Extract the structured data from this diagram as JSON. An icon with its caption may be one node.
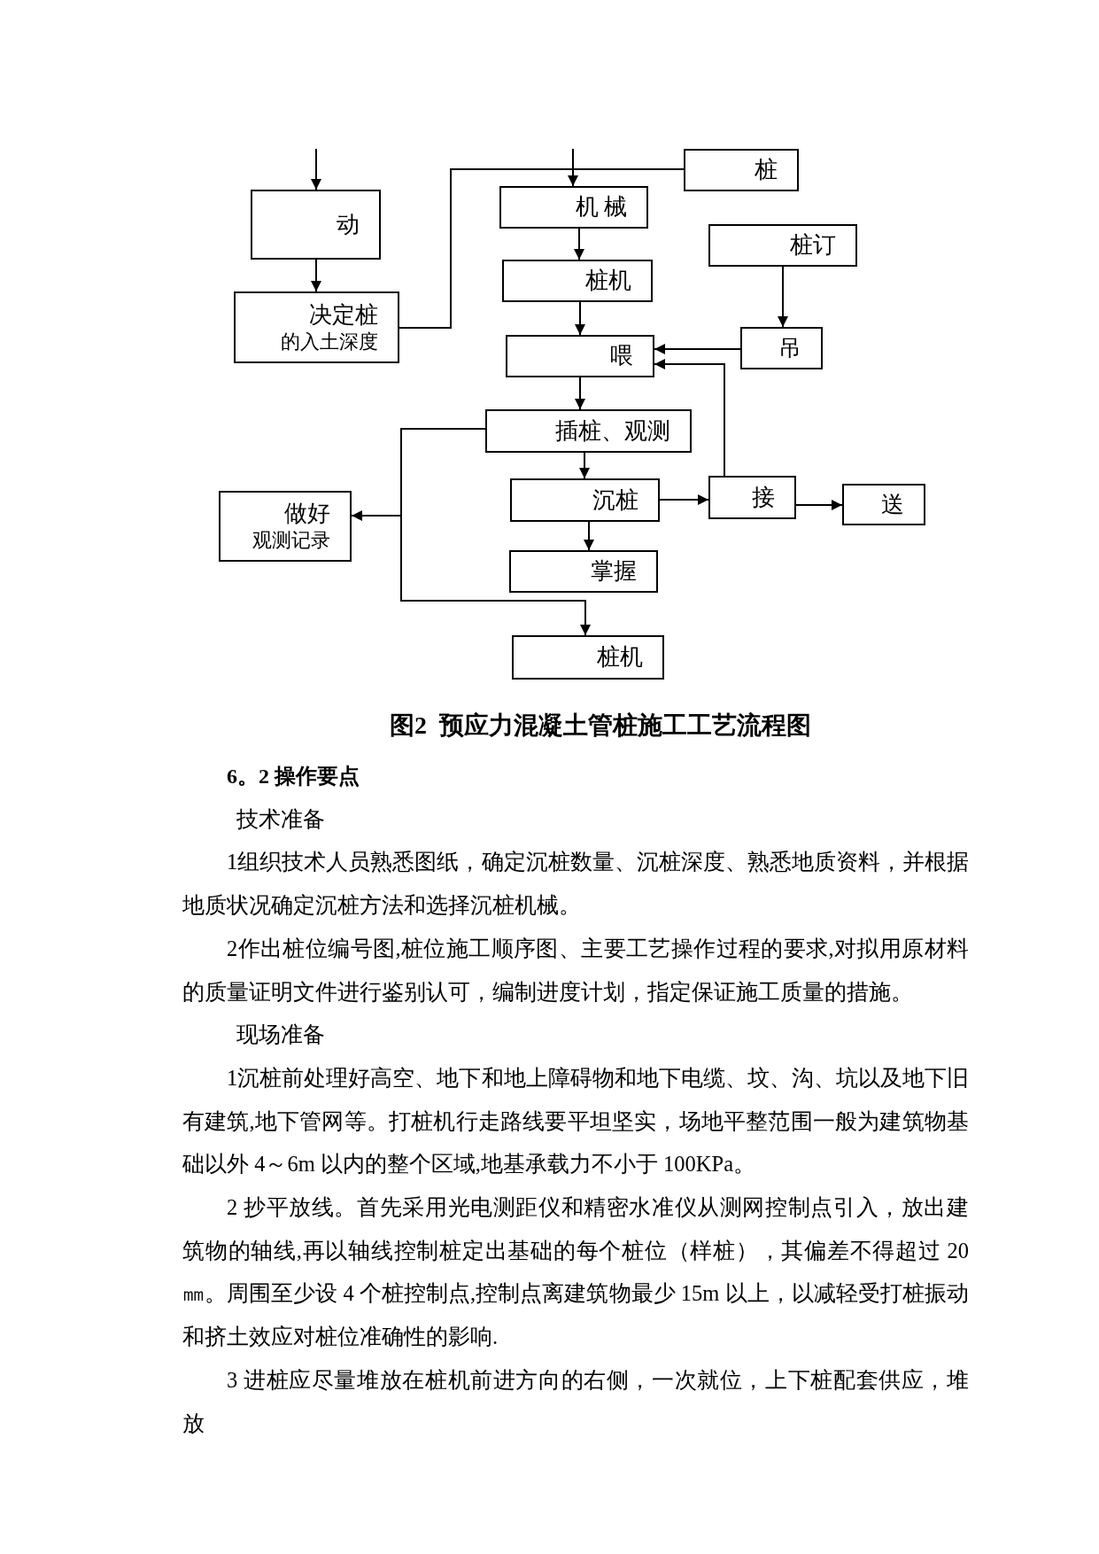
{
  "diagram": {
    "caption": "图2  预应力混凝土管桩施工工艺流程图",
    "nodes": [
      {
        "text": [
          "动"
        ]
      },
      {
        "text": [
          "决定桩",
          "的入土深度"
        ]
      },
      {
        "text": [
          "桩"
        ]
      },
      {
        "text": [
          "机 械"
        ]
      },
      {
        "text": [
          "桩机"
        ]
      },
      {
        "text": [
          "桩订"
        ]
      },
      {
        "text": [
          "喂"
        ]
      },
      {
        "text": [
          "吊"
        ]
      },
      {
        "text": [
          "插桩、观测"
        ]
      },
      {
        "text": [
          "做好",
          "观测记录"
        ]
      },
      {
        "text": [
          "沉桩"
        ]
      },
      {
        "text": [
          "接"
        ]
      },
      {
        "text": [
          "送"
        ]
      },
      {
        "text": [
          "掌握"
        ]
      },
      {
        "text": [
          "桩机"
        ]
      }
    ],
    "edges": [
      {
        "from": null,
        "to": 0,
        "arrow": "to"
      },
      {
        "from": 0,
        "to": 1,
        "arrow": "to"
      },
      {
        "from": 1,
        "to": 2,
        "arrow": "none"
      },
      {
        "from": null,
        "to": 3,
        "arrow": "to"
      },
      {
        "from": 3,
        "to": 4,
        "arrow": "to"
      },
      {
        "from": 4,
        "to": 6,
        "arrow": "to"
      },
      {
        "from": 5,
        "to": 7,
        "arrow": "to"
      },
      {
        "from": 7,
        "to": 6,
        "arrow": "to"
      },
      {
        "from": 11,
        "to": 6,
        "arrow": "to"
      },
      {
        "from": 6,
        "to": 8,
        "arrow": "to"
      },
      {
        "from": 8,
        "to": 10,
        "arrow": "to"
      },
      {
        "from": 8,
        "to": 9,
        "arrow": "to"
      },
      {
        "from": 8,
        "to": 14,
        "arrow": "to"
      },
      {
        "from": 10,
        "to": 13,
        "arrow": "to"
      },
      {
        "from": 10,
        "to": 11,
        "arrow": "to"
      },
      {
        "from": 11,
        "to": 12,
        "arrow": "to"
      }
    ],
    "labels": [
      "6。2 操作要点",
      "技术准备",
      "1组织技术人员熟悉图纸，确定沉桩数量、沉桩深度、熟悉地质资料，并根据地质状况确定沉桩方法和选择沉桩机械。",
      "2作出桩位编号图,桩位施工顺序图、主要工艺操作过程的要求,对拟用原材料的质量证明文件进行鉴别认可，编制进度计划，指定保证施工质量的措施。",
      "现场准备",
      "1沉桩前处理好高空、地下和地上障碍物和地下电缆、坟、沟、坑以及地下旧有建筑,地下管网等。打桩机行走路线要平坦坚实，场地平整范围一般为建筑物基础以外 4～6m 以内的整个区域,地基承载力不小于 100KPa。",
      "2 抄平放线。首先采用光电测距仪和精密水准仪从测网控制点引入，放出建筑物的轴线,再以轴线控制桩定出基础的每个桩位（样桩），其偏差不得超过 20㎜。周围至少设 4 个桩控制点,控制点离建筑物最少 15m 以上，以减轻受打桩振动和挤土效应对桩位准确性的影响.",
      "3 进桩应尽量堆放在桩机前进方向的右侧，一次就位，上下桩配套供应，堆放"
    ]
  }
}
